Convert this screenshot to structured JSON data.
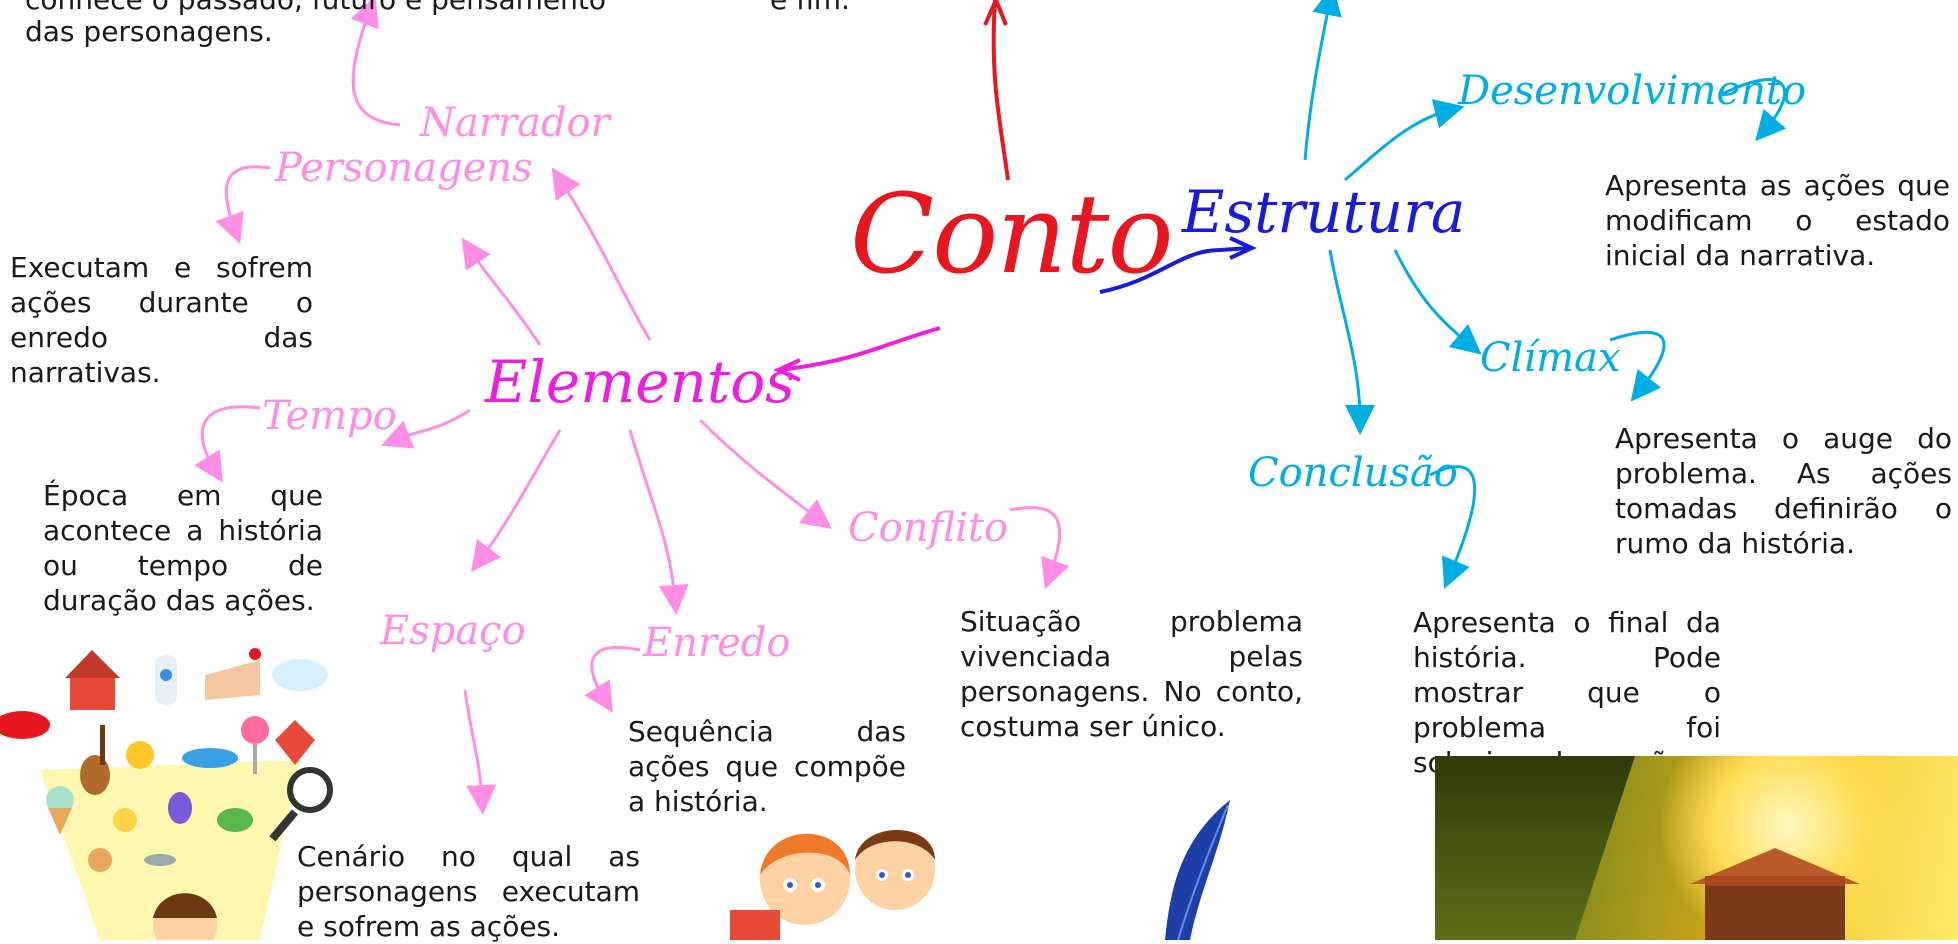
{
  "top_texts": {
    "narrador_desc_line1": "conhece o passado, futuro e pensamento",
    "narrador_desc_line2": "das personagens.",
    "inicio_desc_tail": "e fim."
  },
  "center": {
    "title": "Conto"
  },
  "branches": {
    "elementos": "Elementos",
    "estrutura": "Estrutura"
  },
  "nodes": {
    "narrador": "Narrador",
    "personagens": "Personagens",
    "tempo": "Tempo",
    "espaco": "Espaço",
    "enredo": "Enredo",
    "conflito": "Conflito",
    "desenvolvimento": "Desenvolvimento",
    "climax": "Clímax",
    "conclusao": "Conclusão"
  },
  "descriptions": {
    "personagens": "Executam e sofrem ações durante o enredo das narrativas.",
    "tempo": "Época em que acontece a história ou tempo de duração das ações.",
    "espaco": "Cenário no qual as personagens executam e sofrem as ações.",
    "enredo": "Sequência das ações que compõe a história.",
    "conflito": "Situação problema vivenciada pelas personagens. No conto, costuma ser único.",
    "desenvolvimento": "Apresenta as ações que modificam o estado inicial da narrativa.",
    "climax": "Apresenta o auge do problema. As ações tomadas definirão o rumo da história.",
    "conclusao": "Apresenta o final da história. Pode mostrar que o problema foi solucionado ou não."
  },
  "colors": {
    "conto": "#e8161e",
    "elementos": "#ee1ee0",
    "estrutura": "#1a1adb",
    "pink_nodes": "#ff8de6",
    "blue_nodes": "#00aee6"
  },
  "illustrations": [
    "toys-imagination-illustration",
    "kids-reading-illustration",
    "blue-feather",
    "forest-cabin-photo"
  ]
}
